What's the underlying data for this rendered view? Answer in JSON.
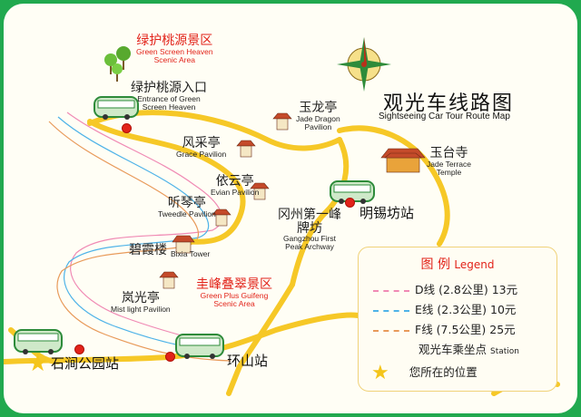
{
  "title": "观光车线路图",
  "subtitle": "Sightseeing Car Tour Route Map",
  "areas": {
    "green_screen": {
      "cn": "绿护桃源景区",
      "en1": "Green Screen Heaven",
      "en2": "Scenic Area"
    },
    "gui_feng": {
      "cn": "圭峰叠翠景区",
      "en1": "Green Plus Guifeng",
      "en2": "Scenic Area"
    }
  },
  "places": {
    "entrance": {
      "cn": "绿护桃源入口",
      "en1": "Entrance of Green",
      "en2": "Screen Heaven"
    },
    "jade_dragon": {
      "cn": "玉龙亭",
      "en1": "Jade Dragon",
      "en2": "Pavilion"
    },
    "jade_terrace": {
      "cn": "玉台寺",
      "en1": "Jade Terrace",
      "en2": "Temple"
    },
    "grace": {
      "cn": "风采亭",
      "en1": "Grace Pavilion"
    },
    "evian": {
      "cn": "依云亭",
      "en1": "Evian Pavilion"
    },
    "tweedle": {
      "cn": "听琴亭",
      "en1": "Tweedle Pavilion"
    },
    "gangzhou": {
      "cn1": "冈州第一峰",
      "cn2": "牌坊",
      "en1": "Gangzhou First",
      "en2": "Peak Archway"
    },
    "bixia": {
      "cn": "碧霞楼",
      "en1": "Bixia Tower"
    },
    "mistlight": {
      "cn": "岚光亭",
      "en1": "Mist light Pavilion"
    }
  },
  "stations": {
    "mingxifang": "明锡坊站",
    "shijian": "石涧公园站",
    "huanshan": "环山站"
  },
  "legend": {
    "title_cn": "图  例",
    "title_en": "Legend",
    "rows": [
      {
        "label": "D线 (2.8公里)",
        "price": "13元",
        "color": "#f08ab4"
      },
      {
        "label": "E线 (2.3公里)",
        "price": "10元",
        "color": "#4fb3e8"
      },
      {
        "label": "F线 (7.5公里)",
        "price": "25元",
        "color": "#e89a5a"
      }
    ],
    "station_cn": "观光车乘坐点",
    "station_en": "Station",
    "here": "您所在的位置"
  },
  "colors": {
    "road": "#f6c827",
    "border": "#21a94f",
    "accent_red": "#e2231a"
  }
}
